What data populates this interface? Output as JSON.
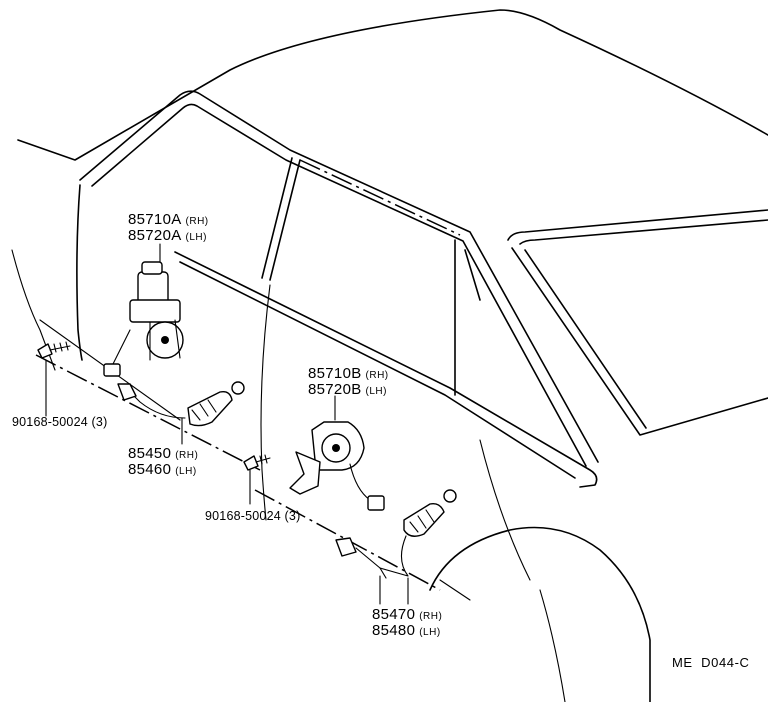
{
  "labels": {
    "front_motor": {
      "rh_part": "85710A",
      "rh_side": "(RH)",
      "lh_part": "85720A",
      "lh_side": "(LH)"
    },
    "rear_motor": {
      "rh_part": "85710B",
      "rh_side": "(RH)",
      "lh_part": "85720B",
      "lh_side": "(LH)"
    },
    "front_switch": {
      "rh_part": "85450",
      "rh_side": "(RH)",
      "lh_part": "85460",
      "lh_side": "(LH)"
    },
    "rear_switch": {
      "rh_part": "85470",
      "rh_side": "(RH)",
      "lh_part": "85480",
      "lh_side": "(LH)"
    },
    "screw_front": "90168-50024 (3)",
    "screw_rear": "90168-50024 (3)",
    "diagram_code": "ME  D044-C"
  }
}
